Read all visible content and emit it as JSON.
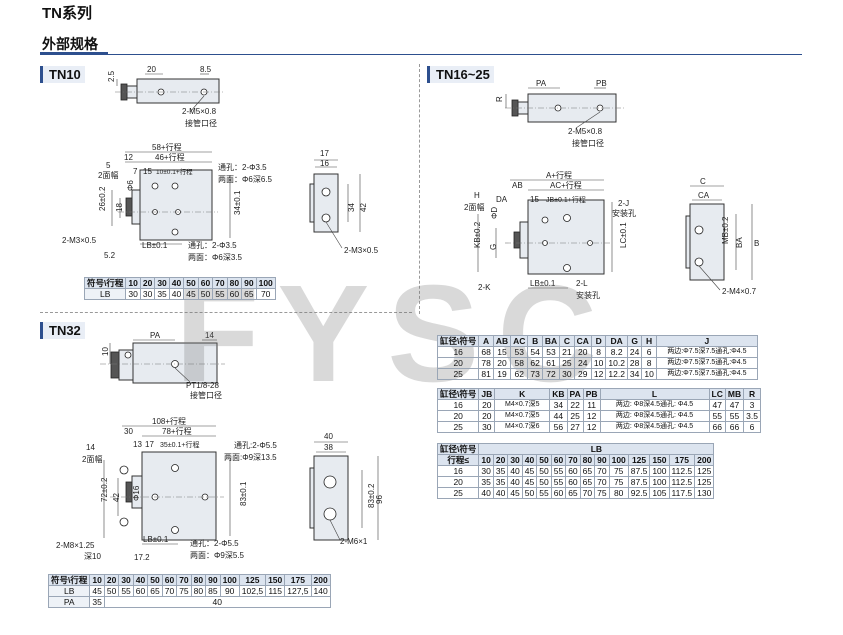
{
  "header": {
    "title": "TN系列",
    "subtitle": "外部规格"
  },
  "watermark": "FYSC",
  "tn10": {
    "tag": "TN10",
    "top_labels": [
      "2.5",
      "20",
      "8.5",
      "2-M5×0.8",
      "接管口径"
    ],
    "front_labels": [
      "58+行程",
      "46+行程",
      "12",
      "7",
      "15",
      "10±0.1+行程",
      "通孔：2-Φ3.5",
      "两面：Φ6深6.5",
      "5",
      "2面幅",
      "26±0.2",
      "18",
      "Φ6",
      "34±0.1",
      "LB±0.1",
      "通孔：2-Φ3.5",
      "两面：Φ6深3.5",
      "2-M3×0.5",
      "5.2"
    ],
    "side_labels": [
      "17",
      "16",
      "34",
      "42",
      "2-M3×0.5"
    ],
    "table": {
      "header": [
        "符号\\行程",
        "10",
        "20",
        "30",
        "40",
        "50",
        "60",
        "70",
        "80",
        "90",
        "100"
      ],
      "rows": [
        [
          "LB",
          "30",
          "30",
          "35",
          "40",
          "45",
          "50",
          "55",
          "60",
          "65",
          "70"
        ]
      ]
    }
  },
  "tn16": {
    "tag": "TN16~25",
    "top_labels": [
      "PA",
      "PB",
      "R",
      "2-M5×0.8",
      "接管口径"
    ],
    "front_labels": [
      "A+行程",
      "AC+行程",
      "AB",
      "H",
      "DA",
      "15",
      "JB±0.1+行程",
      "2面幅",
      "ΦD",
      "KB±0.2",
      "G",
      "2-J",
      "安装孔",
      "LC±0.1",
      "2-K",
      "LB±0.1",
      "2-L",
      "安装孔"
    ],
    "side_labels": [
      "C",
      "CA",
      "MB±0.2",
      "BA",
      "B",
      "2-M4×0.7"
    ],
    "table1": {
      "header": [
        "缸径\\符号",
        "A",
        "AB",
        "AC",
        "B",
        "BA",
        "C",
        "CA",
        "D",
        "DA",
        "G",
        "H",
        "J"
      ],
      "rows": [
        [
          "16",
          "68",
          "15",
          "53",
          "54",
          "53",
          "21",
          "20",
          "8",
          "8.2",
          "24",
          "6",
          "两边:Φ7.5深7.5通孔:Φ4.5"
        ],
        [
          "20",
          "78",
          "20",
          "58",
          "62",
          "61",
          "25",
          "24",
          "10",
          "10.2",
          "28",
          "8",
          "两边:Φ7.5深7.5通孔:Φ4.5"
        ],
        [
          "25",
          "81",
          "19",
          "62",
          "73",
          "72",
          "30",
          "29",
          "12",
          "12.2",
          "34",
          "10",
          "两边:Φ7.5深7.5通孔:Φ4.5"
        ]
      ]
    },
    "table2": {
      "header": [
        "缸径\\符号",
        "JB",
        "K",
        "KB",
        "PA",
        "PB",
        "L",
        "LC",
        "MB",
        "R"
      ],
      "rows": [
        [
          "16",
          "20",
          "M4×0.7深5",
          "34",
          "22",
          "11",
          "两边: Φ8深4.5通孔: Φ4.5",
          "47",
          "47",
          "3"
        ],
        [
          "20",
          "20",
          "M4×0.7深5",
          "44",
          "25",
          "12",
          "两边: Φ8深4.5通孔: Φ4.5",
          "55",
          "55",
          "3.5"
        ],
        [
          "25",
          "30",
          "M4×0.7深6",
          "56",
          "27",
          "12",
          "两边: Φ8深4.5通孔: Φ4.5",
          "66",
          "66",
          "6"
        ]
      ]
    },
    "table3": {
      "title_left": "缸径\\符号",
      "title_right": "LB",
      "sub_left": "行程≤",
      "strokes": [
        "10",
        "20",
        "30",
        "40",
        "50",
        "60",
        "70",
        "80",
        "90",
        "100",
        "125",
        "150",
        "175",
        "200"
      ],
      "rows": [
        [
          "16",
          "30",
          "35",
          "40",
          "45",
          "50",
          "55",
          "60",
          "65",
          "70",
          "75",
          "87.5",
          "100",
          "112.5",
          "125"
        ],
        [
          "20",
          "35",
          "35",
          "40",
          "45",
          "50",
          "55",
          "60",
          "65",
          "70",
          "75",
          "87.5",
          "100",
          "112.5",
          "125"
        ],
        [
          "25",
          "40",
          "40",
          "45",
          "50",
          "55",
          "60",
          "65",
          "70",
          "75",
          "80",
          "92.5",
          "105",
          "117.5",
          "130"
        ]
      ]
    }
  },
  "tn32": {
    "tag": "TN32",
    "top_labels": [
      "PA",
      "14",
      "10",
      "PT1/8-28",
      "接管口径"
    ],
    "front_labels": [
      "108+行程",
      "78+行程",
      "30",
      "13",
      "17",
      "35±0.1+行程",
      "通孔:2-Φ5.5",
      "两面:Φ9深13.5",
      "14",
      "2面幅",
      "72±0.2",
      "42",
      "Φ16",
      "83±0.1",
      "LB±0.1",
      "通孔：2-Φ5.5",
      "两面：Φ9深5.5",
      "2-M8×1.25",
      "深10",
      "17.2"
    ],
    "side_labels": [
      "40",
      "38",
      "83±0.2",
      "96",
      "2-M6×1"
    ],
    "table": {
      "header": [
        "符号\\行程",
        "10",
        "20",
        "30",
        "40",
        "50",
        "60",
        "70",
        "80",
        "90",
        "100",
        "125",
        "150",
        "175",
        "200"
      ],
      "rows": [
        [
          "LB",
          "45",
          "50",
          "55",
          "60",
          "65",
          "70",
          "75",
          "80",
          "85",
          "90",
          "102,5",
          "115",
          "127,5",
          "140"
        ]
      ],
      "pa_label": "PA",
      "pa_first": "35",
      "pa_rest": "40"
    }
  }
}
